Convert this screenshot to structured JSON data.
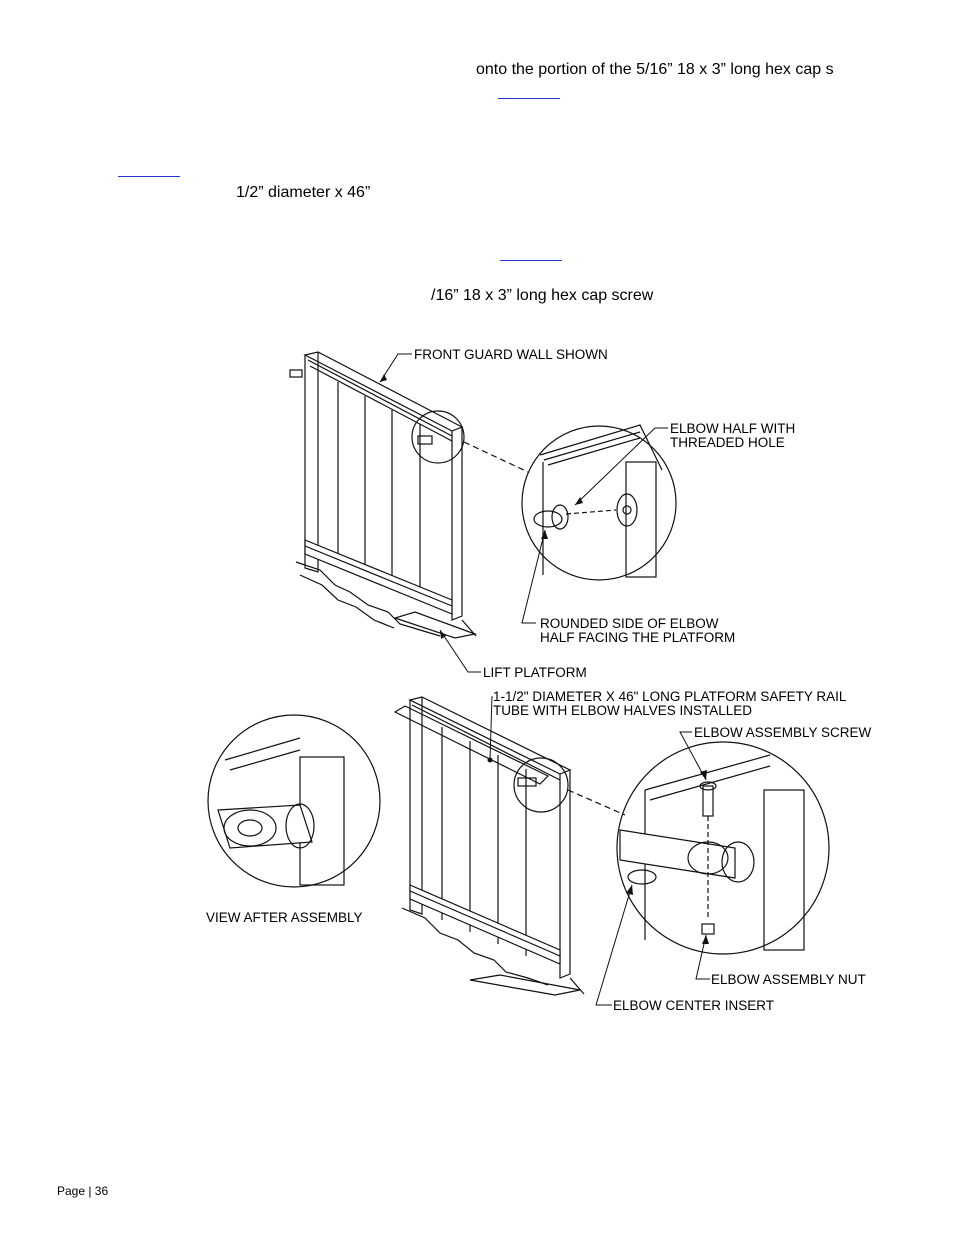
{
  "body_text": {
    "line1": "onto the portion of the 5/16” 18 x 3” long hex cap s",
    "line2": "1/2” diameter x 46”",
    "line3": "/16” 18 x 3” long hex cap screw"
  },
  "figure": {
    "callouts": {
      "front_guard_wall": "FRONT GUARD WALL SHOWN",
      "elbow_half_1": "ELBOW HALF WITH",
      "elbow_half_2": "THREADED HOLE",
      "rounded_side_1": "ROUNDED SIDE OF ELBOW",
      "rounded_side_2": "HALF FACING THE PLATFORM",
      "lift_platform": "LIFT PLATFORM",
      "rail_tube_1": "1-1/2\" DIAMETER X 46\" LONG PLATFORM SAFETY RAIL",
      "rail_tube_2": "TUBE WITH ELBOW HALVES INSTALLED",
      "elbow_screw": "ELBOW ASSEMBLY SCREW",
      "view_after": "VIEW AFTER ASSEMBLY",
      "elbow_nut": "ELBOW ASSEMBLY NUT",
      "center_insert": "ELBOW CENTER INSERT"
    }
  },
  "footer": {
    "page_label": "Page | 36"
  },
  "colors": {
    "link_underline": "#2233cc",
    "line_art": "#111111"
  }
}
